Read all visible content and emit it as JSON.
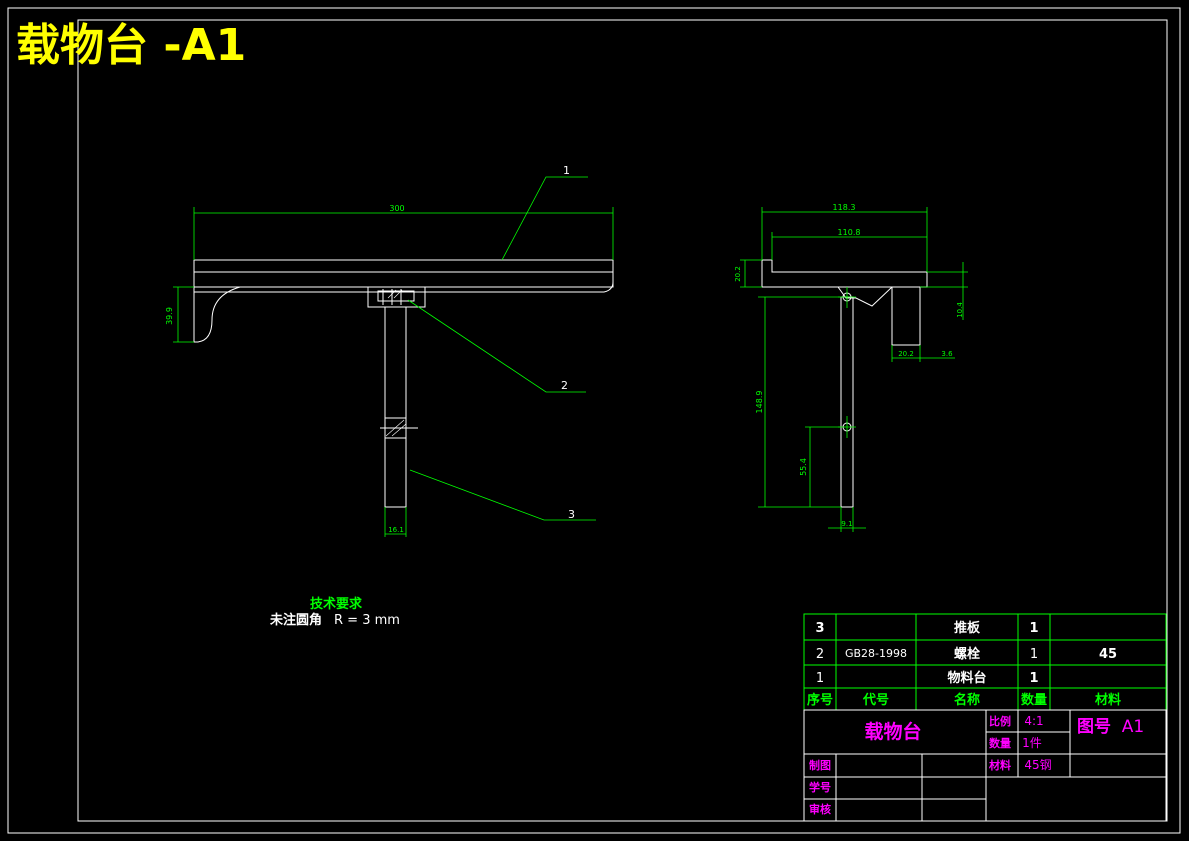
{
  "title": "载物台 -A1",
  "dimensions": {
    "top_length": "300",
    "side_width_outer": "118.3",
    "side_width_inner": "110.8",
    "bracket_height": "39.9",
    "plate_height_side": "20.2",
    "tab_height": "10.4",
    "tab_width": "20.2",
    "tab_offset": "3.6",
    "post_height": "148.9",
    "pin_height": "55.4",
    "post_width_front": "16.1",
    "post_width_side": "9.1"
  },
  "callouts": {
    "c1": "1",
    "c2": "2",
    "c3": "3"
  },
  "tech_requirements": {
    "heading": "技术要求",
    "note_label": "未注圆角",
    "note_value": "R = 3 mm"
  },
  "bom": {
    "rows": [
      {
        "seq": "3",
        "code": "",
        "name": "推板",
        "qty": "1",
        "material": ""
      },
      {
        "seq": "2",
        "code": "GB28-1998",
        "name": "螺栓",
        "qty": "1",
        "material": "45"
      },
      {
        "seq": "1",
        "code": "",
        "name": "物料台",
        "qty": "1",
        "material": ""
      }
    ],
    "headers": {
      "seq": "序号",
      "code": "代号",
      "name": "名称",
      "qty": "数量",
      "material": "材料"
    }
  },
  "title_block": {
    "part_name": "载物台",
    "scale_label": "比例",
    "scale_value": "4:1",
    "count_label": "数量",
    "count_value": "1件",
    "material_label": "材料",
    "material_value": "45钢",
    "drawing_no_label": "图号",
    "drawing_no_value": "A1",
    "drawn_label": "制图",
    "student_label": "学号",
    "review_label": "审核"
  },
  "colors": {
    "frame": "#ffffff",
    "dimension": "#00ff00",
    "title": "#ffff00",
    "magenta": "#ff00ff",
    "table": "#00ff00"
  }
}
